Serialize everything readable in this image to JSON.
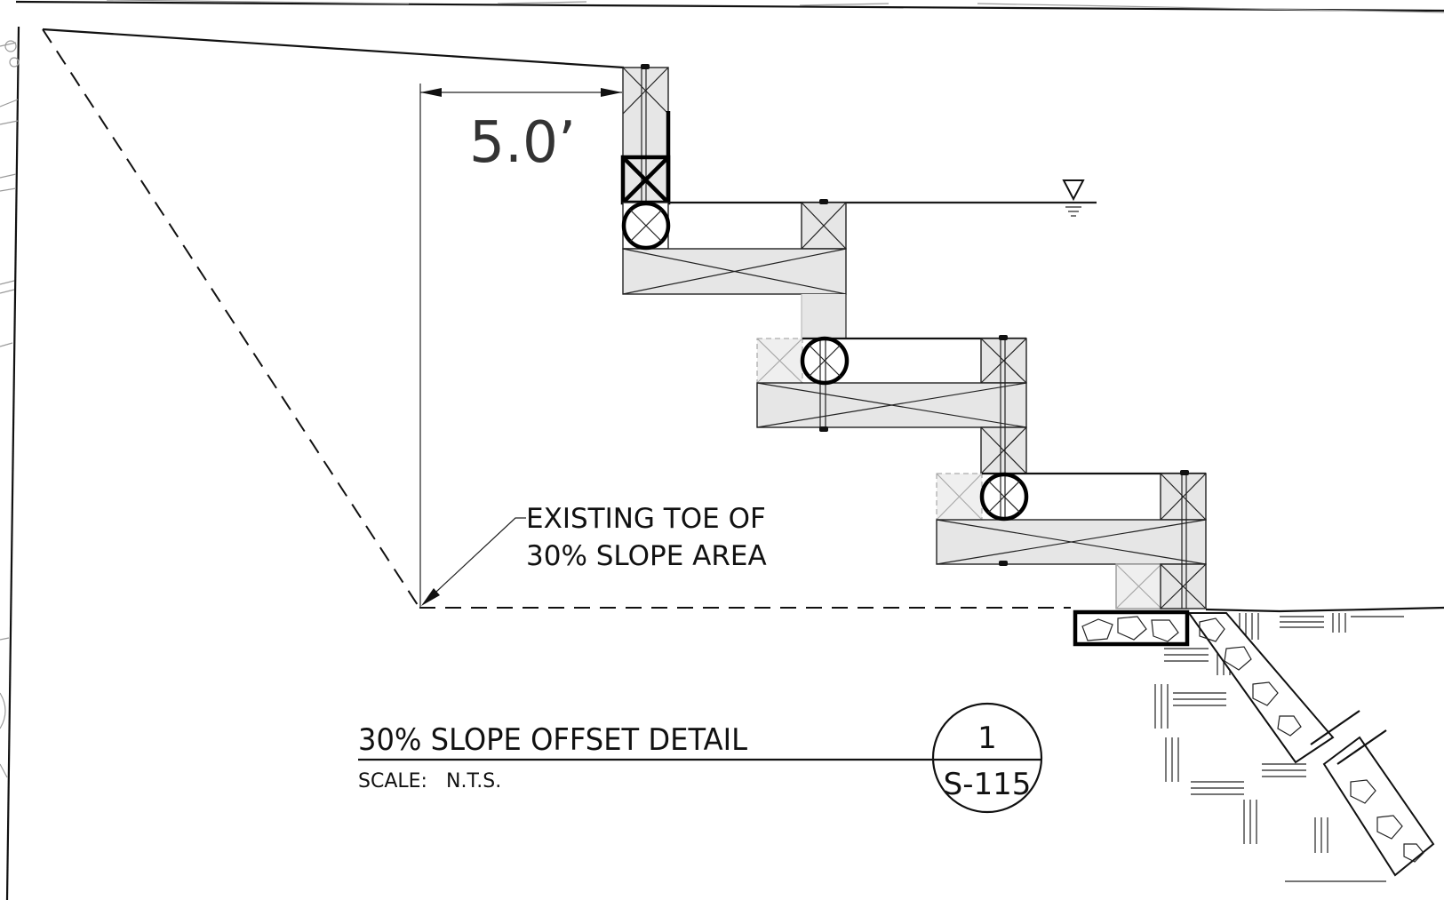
{
  "sheet": {
    "dimension_label": "5.0’",
    "callout_line1": "EXISTING TOE OF",
    "callout_line2": "30% SLOPE AREA",
    "detail_title": "30% SLOPE OFFSET DETAIL",
    "scale_label": "SCALE:",
    "scale_value": "N.T.S.",
    "detail_number": "1",
    "sheet_number": "S-115"
  }
}
